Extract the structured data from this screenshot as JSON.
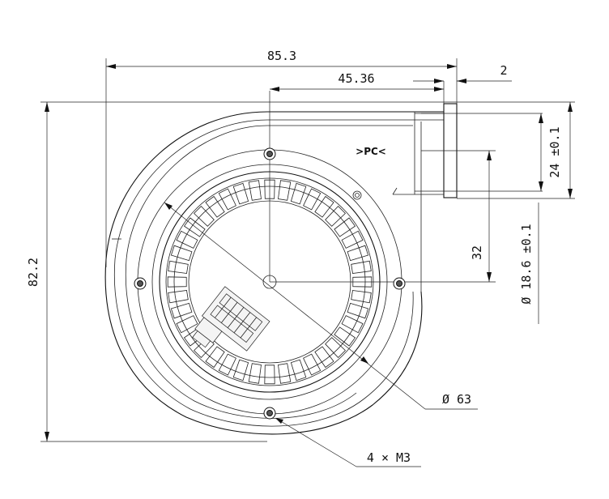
{
  "dimensions": {
    "overall_width": "85.3",
    "center_offset": "45.36",
    "flange_thickness": "2",
    "overall_height": "82.2",
    "outlet_height": "24 ±0.1",
    "outlet_center": "32",
    "hub_diameter": "Ø 18.6 ±0.1",
    "impeller_diameter": "Ø 63",
    "mounting_holes": "4 × M3"
  },
  "marking": ">PC<"
}
